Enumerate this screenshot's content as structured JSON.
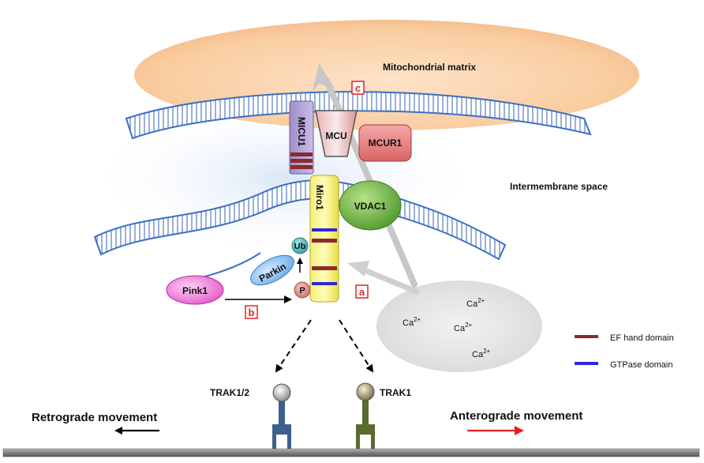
{
  "labels": {
    "matrix": "Mitochondrial matrix",
    "ims": "Intermembrane space",
    "micu1": "MICU1",
    "mcu": "MCU",
    "mcur1": "MCUR1",
    "miro1": "Miro1",
    "vdac1": "VDAC1",
    "parkin": "Parkin",
    "pink1": "Pink1",
    "ub": "Ub",
    "p": "P",
    "trak12": "TRAK1/2",
    "trak1": "TRAK1",
    "retro": "Retrograde movement",
    "antero": "Anterograde movement"
  },
  "boxes": {
    "a": "a",
    "b": "b",
    "c": "c"
  },
  "calcium": {
    "base": "Ca",
    "charge": "2+"
  },
  "legend": {
    "ef": "EF hand domain",
    "gtpase": "GTPase  domain"
  },
  "colors": {
    "ef_hand": "#8b2a2a",
    "gtpase": "#2a2ad8",
    "membrane": "#3a6fc4",
    "matrix": "#f9c99a",
    "box_red": "#e52222",
    "antero_arrow": "#e82020"
  }
}
